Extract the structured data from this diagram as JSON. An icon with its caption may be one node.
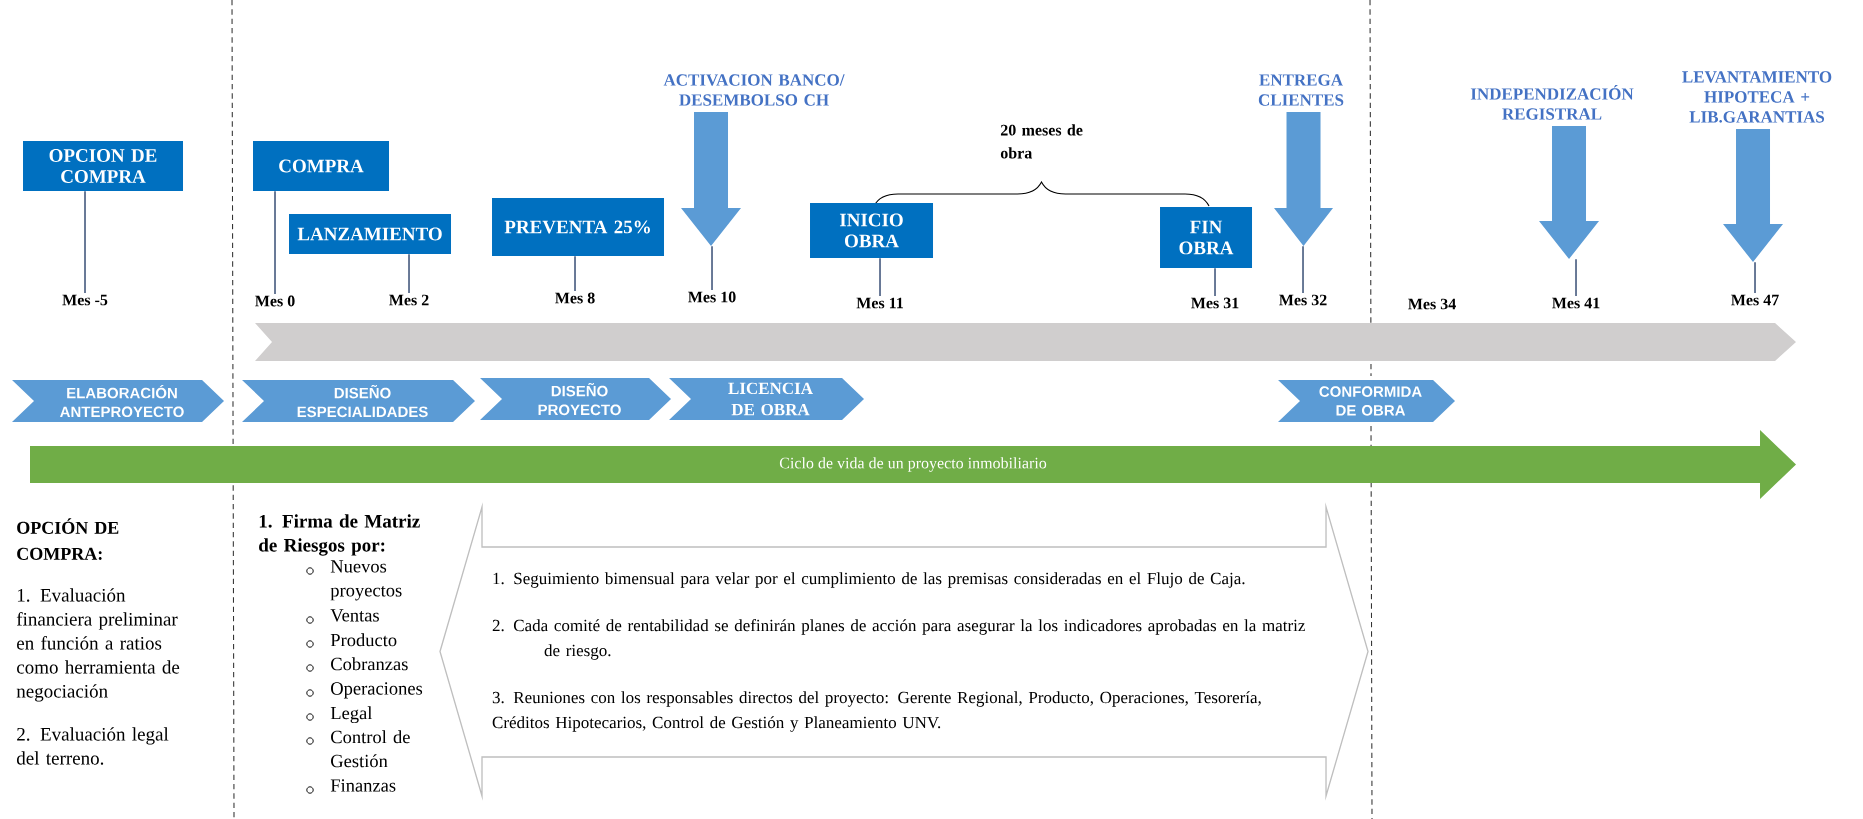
{
  "diagram": {
    "nodes": [
      {
        "text": [
          "OPCION DE COMPRA"
        ]
      },
      {
        "text": [
          "COMPRA"
        ]
      },
      {
        "text": [
          "LANZAMIENTO"
        ]
      },
      {
        "text": [
          "PREVENTA 25%"
        ]
      },
      {
        "text": [
          "ACTIVACION BANCO/ DESEMBOLSO CH"
        ]
      },
      {
        "text": [
          "INICIO OBRA"
        ]
      },
      {
        "text": [
          "FIN OBRA"
        ]
      },
      {
        "text": [
          "ENTREGA CLIENTES"
        ]
      },
      {
        "text": [
          "INDEPENDIZACIÓN REGISTRAL"
        ]
      },
      {
        "text": [
          "LEVANTAMIENTO HIPOTECA + LIB.GARANTIAS"
        ]
      },
      {
        "text": [
          "Mes -5"
        ]
      },
      {
        "text": [
          "Mes 0"
        ]
      },
      {
        "text": [
          "Mes 2"
        ]
      },
      {
        "text": [
          "Mes 8"
        ]
      },
      {
        "text": [
          "Mes 10"
        ]
      },
      {
        "text": [
          "Mes 11"
        ]
      },
      {
        "text": [
          "Mes 31"
        ]
      },
      {
        "text": [
          "Mes 32"
        ]
      },
      {
        "text": [
          "Mes 41"
        ]
      },
      {
        "text": [
          "Mes 47"
        ]
      },
      {
        "text": [
          "ELABORACIÓN ANTEPROYECTO"
        ]
      },
      {
        "text": [
          "DISEÑO ESPECIALIDADES"
        ]
      },
      {
        "text": [
          "DISEÑO PROYECTO"
        ]
      },
      {
        "text": [
          "LICENCIA DE OBRA"
        ]
      },
      {
        "text": [
          "CONFORMIDA DE OBRA"
        ]
      },
      {
        "text": [
          "Ciclo de vida de un proyecto inmobiliario"
        ]
      },
      {
        "text": [],
        "shape": "bar"
      },
      {
        "text": [
          "1. Seguimiento bimensual para velar por el cumplimiento de las premisas consideradas en el Flujo de Caja.",
          "2. Cada comité de rentabilidad se definirán planes de acción para asegurar la los indicadores aprobadas en la matriz de riesgo.",
          "3. Reuniones con los responsables directos del proyecto: Gerente Regional, Producto, Operaciones, Tesorería, Créditos Hipotecarios, Control de Gestión y Planeamiento UNV."
        ]
      }
    ],
    "edges": [
      {
        "from": 0,
        "to": 10,
        "arrow": "none"
      },
      {
        "from": 1,
        "to": 11,
        "arrow": "none"
      },
      {
        "from": 2,
        "to": 12,
        "arrow": "none"
      },
      {
        "from": 3,
        "to": 13,
        "arrow": "none"
      },
      {
        "from": 4,
        "to": 14,
        "arrow": "none"
      },
      {
        "from": 5,
        "to": 15,
        "arrow": "none"
      },
      {
        "from": 6,
        "to": 16,
        "arrow": "none"
      },
      {
        "from": 7,
        "to": 17,
        "arrow": "none"
      },
      {
        "from": 8,
        "to": 18,
        "arrow": "none"
      },
      {
        "from": 9,
        "to": 19,
        "arrow": "none"
      }
    ],
    "labels": [
      "20 meses de obra",
      "Mes 34",
      "OPCIÓN DE COMPRA:",
      "1. Evaluación financiera preliminar en función a ratios como herramienta de negociación",
      "2. Evaluación legal del terreno.",
      "1. Firma de Matriz de Riesgos por:",
      "Nuevos proyectos",
      "Ventas",
      "Producto",
      "Cobranzas",
      "Operaciones",
      "Legal",
      "Control de Gestión",
      "Finanzas"
    ]
  }
}
